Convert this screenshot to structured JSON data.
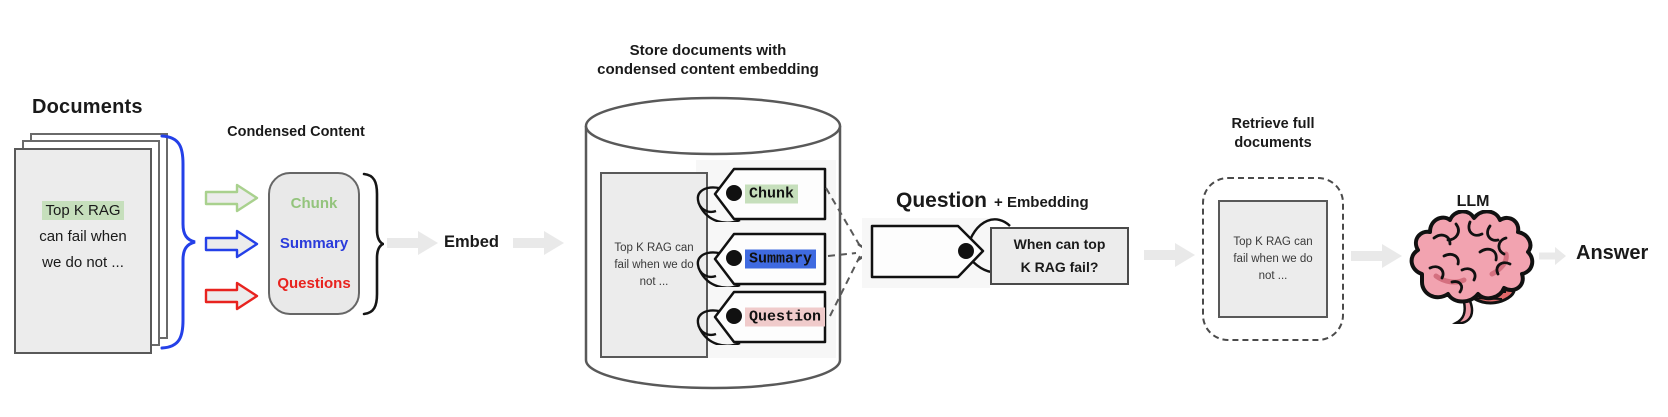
{
  "documents": {
    "title": "Documents",
    "page": {
      "highlight": "Top K RAG",
      "line2": "can fail when",
      "line3": "we do not ..."
    }
  },
  "condensed": {
    "title": "Condensed Content",
    "items": [
      {
        "label": "Chunk",
        "color": "#94c47d"
      },
      {
        "label": "Summary",
        "color": "#2a3bdb"
      },
      {
        "label": "Questions",
        "color": "#e8231f"
      }
    ]
  },
  "embed": {
    "label": "Embed"
  },
  "store": {
    "title_line1": "Store documents with",
    "title_line2": "condensed content embedding",
    "doc": {
      "line1": "Top K RAG can",
      "line2": "fail when we do",
      "line3": "not ..."
    },
    "tags": [
      {
        "label": "Chunk",
        "highlight": "#c6dfbc"
      },
      {
        "label": "Summary",
        "highlight": "#3f6ae0"
      },
      {
        "label": "Question",
        "highlight": "#f0cbcb"
      }
    ]
  },
  "query": {
    "title_main": "Question",
    "title_plus": "+ Embedding",
    "box_line1": "When can top",
    "box_line2": "K RAG fail?"
  },
  "retrieve": {
    "title_line1": "Retrieve full",
    "title_line2": "documents",
    "doc": {
      "line1": "Top K RAG can",
      "line2": "fail when we do",
      "line3": "not ..."
    }
  },
  "llm": {
    "label": "LLM"
  },
  "answer": {
    "label": "Answer"
  },
  "colors": {
    "blue_accent": "#2440e8",
    "red_accent": "#e8231f",
    "green_accent": "#94c47d",
    "doc_highlight_green": "#c6dfbc",
    "tag_summary_blue": "#3f6ae0",
    "tag_question_pink": "#f0cbcb",
    "gray_arrow": "#e9e9e9",
    "page_fill": "#ececec"
  }
}
